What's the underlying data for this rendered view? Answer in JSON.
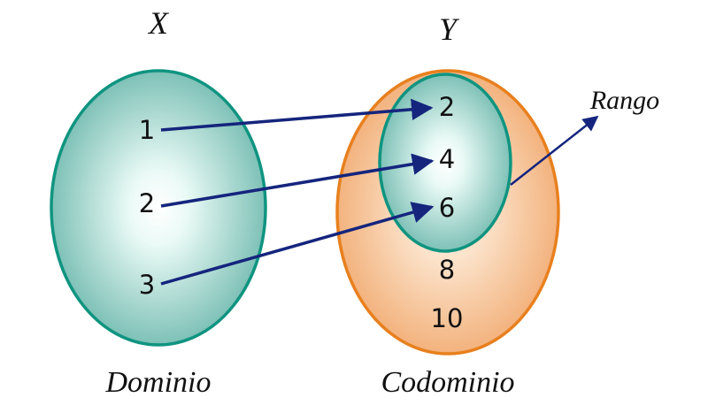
{
  "sets": {
    "domain": {
      "name": "X",
      "caption": "Dominio",
      "elements": [
        "1",
        "2",
        "3"
      ]
    },
    "codomain": {
      "name": "Y",
      "caption": "Codominio",
      "range_elements": [
        "2",
        "4",
        "6"
      ],
      "other_elements": [
        "8",
        "10"
      ]
    }
  },
  "range_label": "Rango",
  "colors": {
    "teal_stroke": "#0f9480",
    "teal_light": "#eafaf6",
    "teal_dark": "#6fb9ae",
    "orange_stroke": "#e8801e",
    "orange_light": "#fbe0c6",
    "orange_dark": "#f1ab72",
    "arrow": "#15257d"
  }
}
